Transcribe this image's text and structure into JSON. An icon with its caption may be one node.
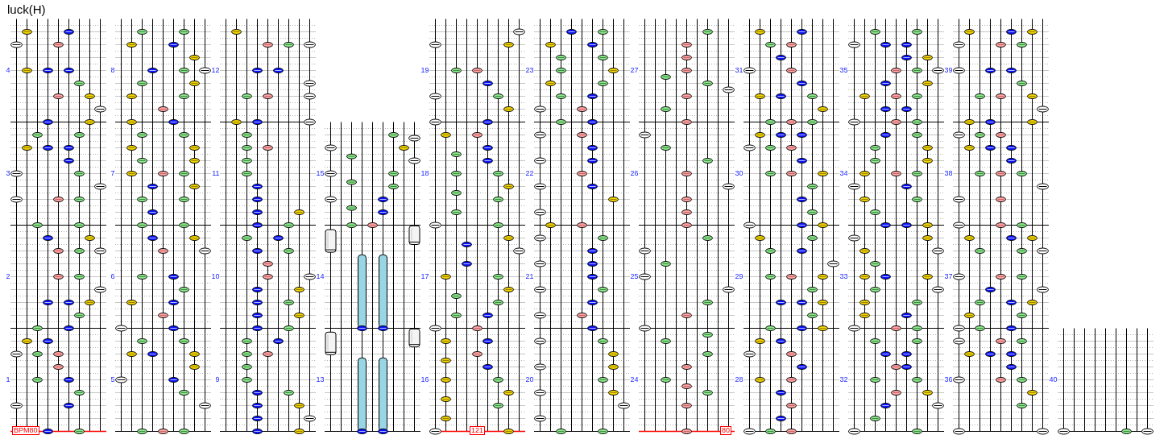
{
  "diagram": {
    "title": "luck(H)",
    "nodes": [
      {
        "text": [
          "BPM80"
        ]
      },
      {
        "text": [
          "121"
        ]
      },
      {
        "text": [
          "80"
        ]
      }
    ],
    "labels": [
      "1",
      "2",
      "3",
      "4",
      "5",
      "6",
      "7",
      "8",
      "9",
      "10",
      "11",
      "12",
      "13",
      "14",
      "15",
      "16",
      "17",
      "18",
      "19",
      "20",
      "21",
      "22",
      "23",
      "24",
      "25",
      "26",
      "27",
      "28",
      "29",
      "30",
      "31",
      "32",
      "33",
      "34",
      "35",
      "36",
      "37",
      "38",
      "39",
      "40"
    ]
  }
}
